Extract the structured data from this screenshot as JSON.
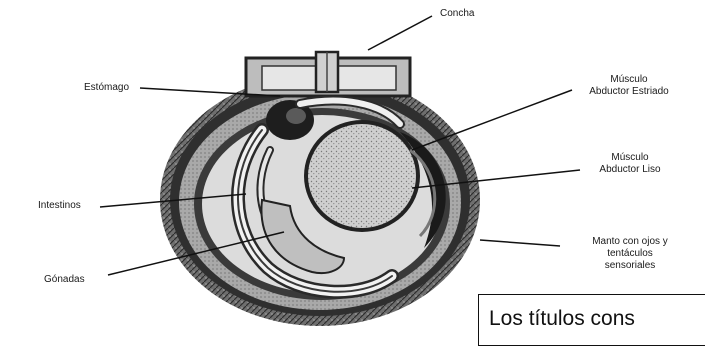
{
  "labels": {
    "concha": "Concha",
    "estomago": "Estómago",
    "musculo_estriado_line1": "Músculo",
    "musculo_estriado_line2": "Abductor Estriado",
    "musculo_liso_line1": "Músculo",
    "musculo_liso_line2": "Abductor Liso",
    "intestinos": "Intestinos",
    "manto_line1": "Manto con ojos y",
    "manto_line2": "tentáculos",
    "manto_line3": "sensoriales",
    "gonadas": "Gónadas"
  },
  "caption": {
    "text": "Los títulos cons"
  }
}
